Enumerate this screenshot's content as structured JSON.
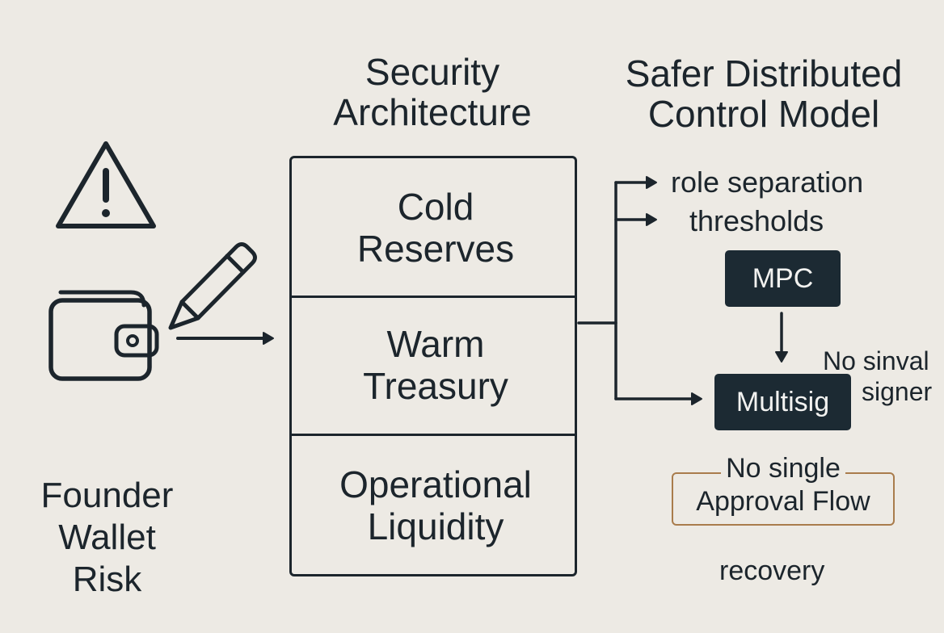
{
  "title_left": {
    "line1": "Security",
    "line2": "Architecture"
  },
  "title_right": {
    "line1": "Safer Distributed",
    "line2": "Control Model"
  },
  "founder": {
    "line1": "Founder",
    "line2": "Wallet",
    "line3": "Risk"
  },
  "tiers": [
    {
      "line1": "Cold",
      "line2": "Reserves"
    },
    {
      "line1": "Warm",
      "line2": "Treasury"
    },
    {
      "line1": "Operational",
      "line2": "Liquidity"
    }
  ],
  "controls": {
    "role_separation": "role separation",
    "thresholds": "thresholds",
    "mpc": "MPC",
    "multisig": "Multisig",
    "no_single_signer_1": "No sinval",
    "no_single_signer_2": "signer",
    "approval_line1": "No single",
    "approval_line2": "Approval Flow",
    "recovery": "recovery"
  },
  "icons": [
    "warning-icon",
    "wallet-icon",
    "pencil-icon"
  ],
  "colors": {
    "ink": "#1c252c",
    "dark_box": "#1c2a33",
    "accent_border": "#a97c4c",
    "background": "#edeae4"
  }
}
